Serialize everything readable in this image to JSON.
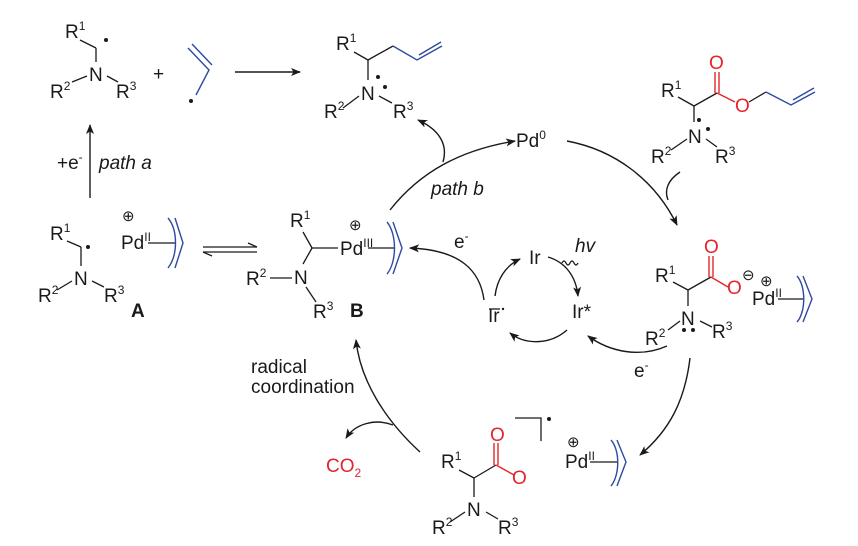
{
  "title": "Proposed mechanism: Pd/Ir dual-catalyzed decarboxylative allylation of amino acid allyl esters",
  "labels": {
    "R1": "R",
    "R1_sup": "1",
    "R2": "R",
    "R2_sup": "2",
    "R3": "R",
    "R3_sup": "3",
    "N": "N",
    "O": "O",
    "plus": "+",
    "path_a": "path a",
    "path_b": "path b",
    "plus_e": "+e",
    "e_minus": "e",
    "minus_sup": "-",
    "pd0": "Pd",
    "pd0_sup": "0",
    "pd2": "Pd",
    "pd2_sup": "II",
    "pd3": "Pd",
    "pd3_sup": "III",
    "ir": "Ir",
    "ir_star": "Ir*",
    "ir_reduced": "Ir",
    "hv": "hv",
    "compound_A": "A",
    "compound_B": "B",
    "radical_coordination_1": "radical",
    "radical_coordination_2": "coordination",
    "co2": "CO",
    "co2_sub": "2",
    "plus_charge": "⊕",
    "minus_charge": "⊖"
  },
  "colors": {
    "ink": "#1a1a1a",
    "allyl_blue": "#2e4a9e",
    "carboxyl_red": "#e3242b"
  }
}
